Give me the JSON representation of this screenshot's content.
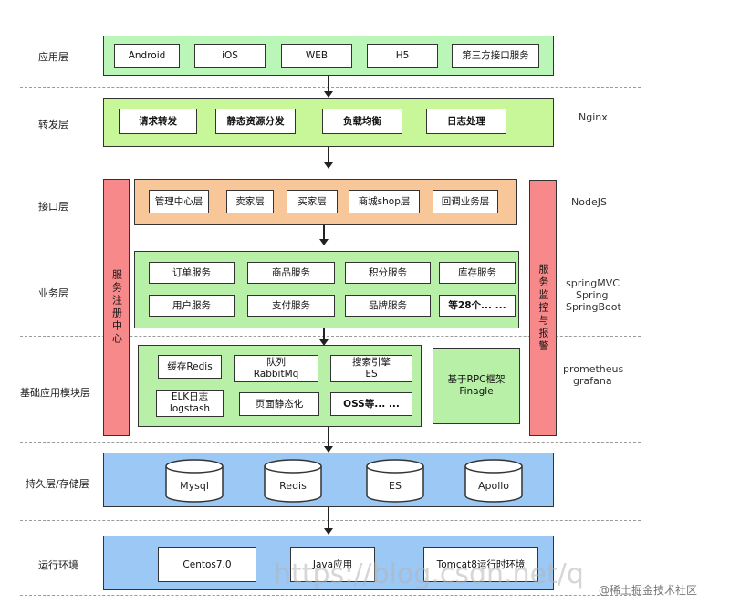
{
  "layers": {
    "app": "应用层",
    "forward": "转发层",
    "interface": "接口层",
    "business": "业务层",
    "base": "基础应用模块层",
    "persist": "持久层/存储层",
    "runtime": "运行环境"
  },
  "app_layer": {
    "items": [
      "Android",
      "iOS",
      "WEB",
      "H5",
      "第三方接口服务"
    ]
  },
  "forward_layer": {
    "items": [
      "请求转发",
      "静态资源分发",
      "负载均衡",
      "日志处理"
    ],
    "side": "Nginx"
  },
  "interface_layer": {
    "items": [
      "管理中心层",
      "卖家层",
      "买家层",
      "商城shop层",
      "回调业务层"
    ],
    "side": "NodeJS"
  },
  "business_layer": {
    "row1": [
      "订单服务",
      "商品服务",
      "积分服务",
      "库存服务"
    ],
    "row2": [
      "用户服务",
      "支付服务",
      "品牌服务",
      "等28个... ..."
    ],
    "side1": "springMVC",
    "side2": "Spring",
    "side3": "SpringBoot"
  },
  "base_layer": {
    "items": [
      "缓存Redis",
      "队列\nRabbitMq",
      "搜索引擎\nES",
      "ELK日志\nlogstash",
      "页面静态化",
      "OSS等... ..."
    ],
    "rpc": "基于RPC框架\nFinagle",
    "side1": "prometheus",
    "side2": "grafana"
  },
  "registry": "服务注册中心",
  "monitor": "服务监控与报警",
  "persist_layer": {
    "items": [
      "Mysql",
      "Redis",
      "ES",
      "Apollo"
    ]
  },
  "runtime_layer": {
    "items": [
      "Centos7.0",
      "Java应用",
      "Tomcat8运行时环境"
    ]
  },
  "watermark": "https://blog.csdn.net/q",
  "credit": "@稀土掘金技术社区",
  "colors": {
    "app": "#b9f6b7",
    "forward": "#c8f79a",
    "interface": "#f7c79a",
    "business": "#b9f0a8",
    "base": "#b9f0a8",
    "persist": "#9cc8f5",
    "runtime": "#9cc8f5",
    "strip": "#f8898b"
  }
}
